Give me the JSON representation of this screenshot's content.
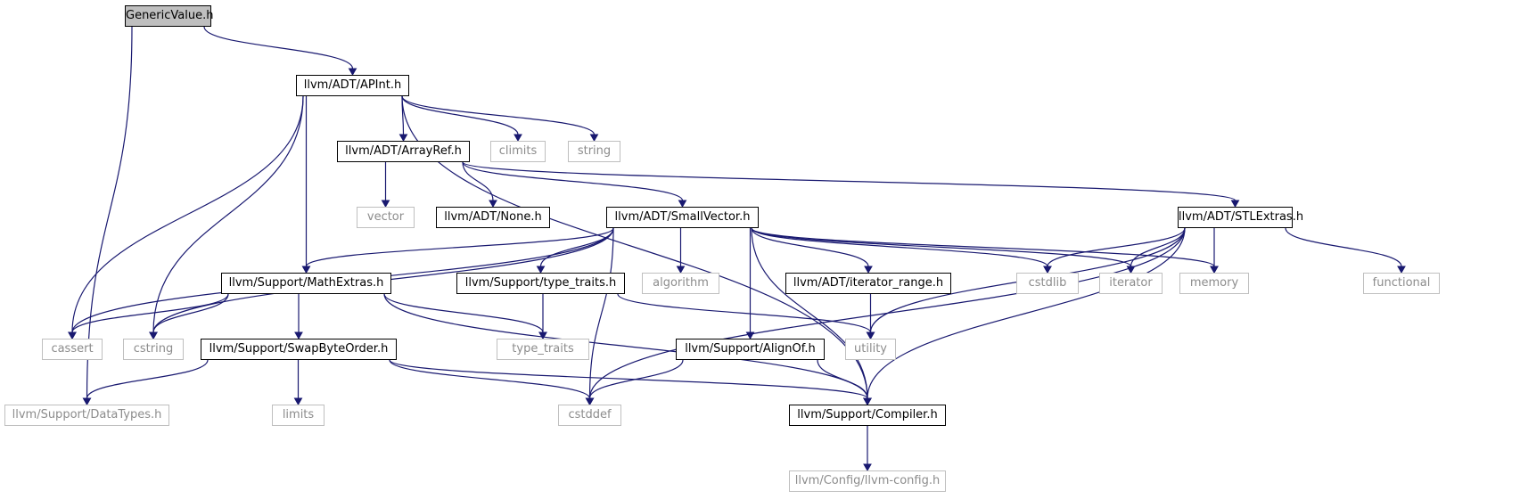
{
  "graph": {
    "nodes": [
      {
        "id": "generic",
        "label": "GenericValue.h",
        "kind": "root"
      },
      {
        "id": "apint",
        "label": "llvm/ADT/APInt.h",
        "kind": "internal"
      },
      {
        "id": "arrayref",
        "label": "llvm/ADT/ArrayRef.h",
        "kind": "internal"
      },
      {
        "id": "climits",
        "label": "climits",
        "kind": "external"
      },
      {
        "id": "string",
        "label": "string",
        "kind": "external"
      },
      {
        "id": "vector",
        "label": "vector",
        "kind": "external"
      },
      {
        "id": "none",
        "label": "llvm/ADT/None.h",
        "kind": "internal"
      },
      {
        "id": "smallvector",
        "label": "llvm/ADT/SmallVector.h",
        "kind": "internal"
      },
      {
        "id": "stlextras",
        "label": "llvm/ADT/STLExtras.h",
        "kind": "internal"
      },
      {
        "id": "mathextras",
        "label": "llvm/Support/MathExtras.h",
        "kind": "internal"
      },
      {
        "id": "typetraitsh",
        "label": "llvm/Support/type_traits.h",
        "kind": "internal"
      },
      {
        "id": "algorithm",
        "label": "algorithm",
        "kind": "external"
      },
      {
        "id": "iterrange",
        "label": "llvm/ADT/iterator_range.h",
        "kind": "internal"
      },
      {
        "id": "cstdlib",
        "label": "cstdlib",
        "kind": "external"
      },
      {
        "id": "iterator",
        "label": "iterator",
        "kind": "external"
      },
      {
        "id": "memory",
        "label": "memory",
        "kind": "external"
      },
      {
        "id": "functional",
        "label": "functional",
        "kind": "external"
      },
      {
        "id": "cassert",
        "label": "cassert",
        "kind": "external"
      },
      {
        "id": "cstring",
        "label": "cstring",
        "kind": "external"
      },
      {
        "id": "swapbyte",
        "label": "llvm/Support/SwapByteOrder.h",
        "kind": "internal"
      },
      {
        "id": "type_traits",
        "label": "type_traits",
        "kind": "external"
      },
      {
        "id": "alignof",
        "label": "llvm/Support/AlignOf.h",
        "kind": "internal"
      },
      {
        "id": "utility",
        "label": "utility",
        "kind": "external"
      },
      {
        "id": "datatypes",
        "label": "llvm/Support/DataTypes.h",
        "kind": "external"
      },
      {
        "id": "limits",
        "label": "limits",
        "kind": "external"
      },
      {
        "id": "cstddef",
        "label": "cstddef",
        "kind": "external"
      },
      {
        "id": "compiler",
        "label": "llvm/Support/Compiler.h",
        "kind": "internal"
      },
      {
        "id": "llvmconfig",
        "label": "llvm/Config/llvm-config.h",
        "kind": "external"
      }
    ],
    "edges": [
      {
        "from": "generic",
        "to": "apint"
      },
      {
        "from": "generic",
        "to": "datatypes"
      },
      {
        "from": "apint",
        "to": "arrayref"
      },
      {
        "from": "apint",
        "to": "climits"
      },
      {
        "from": "apint",
        "to": "string"
      },
      {
        "from": "apint",
        "to": "mathextras"
      },
      {
        "from": "apint",
        "to": "cassert"
      },
      {
        "from": "apint",
        "to": "cstring"
      },
      {
        "from": "apint",
        "to": "compiler"
      },
      {
        "from": "arrayref",
        "to": "vector"
      },
      {
        "from": "arrayref",
        "to": "none"
      },
      {
        "from": "arrayref",
        "to": "smallvector"
      },
      {
        "from": "arrayref",
        "to": "stlextras"
      },
      {
        "from": "smallvector",
        "to": "mathextras"
      },
      {
        "from": "smallvector",
        "to": "typetraitsh"
      },
      {
        "from": "smallvector",
        "to": "algorithm"
      },
      {
        "from": "smallvector",
        "to": "iterrange"
      },
      {
        "from": "smallvector",
        "to": "alignof"
      },
      {
        "from": "smallvector",
        "to": "cstdlib"
      },
      {
        "from": "smallvector",
        "to": "iterator"
      },
      {
        "from": "smallvector",
        "to": "memory"
      },
      {
        "from": "smallvector",
        "to": "cassert"
      },
      {
        "from": "smallvector",
        "to": "cstring"
      },
      {
        "from": "smallvector",
        "to": "cstddef"
      },
      {
        "from": "smallvector",
        "to": "compiler"
      },
      {
        "from": "stlextras",
        "to": "cstdlib"
      },
      {
        "from": "stlextras",
        "to": "iterator"
      },
      {
        "from": "stlextras",
        "to": "memory"
      },
      {
        "from": "stlextras",
        "to": "functional"
      },
      {
        "from": "stlextras",
        "to": "utility"
      },
      {
        "from": "stlextras",
        "to": "cstddef"
      },
      {
        "from": "stlextras",
        "to": "compiler"
      },
      {
        "from": "mathextras",
        "to": "cassert"
      },
      {
        "from": "mathextras",
        "to": "cstring"
      },
      {
        "from": "mathextras",
        "to": "swapbyte"
      },
      {
        "from": "mathextras",
        "to": "type_traits"
      },
      {
        "from": "mathextras",
        "to": "compiler"
      },
      {
        "from": "typetraitsh",
        "to": "type_traits"
      },
      {
        "from": "typetraitsh",
        "to": "utility"
      },
      {
        "from": "iterrange",
        "to": "utility"
      },
      {
        "from": "swapbyte",
        "to": "datatypes"
      },
      {
        "from": "swapbyte",
        "to": "limits"
      },
      {
        "from": "swapbyte",
        "to": "cstddef"
      },
      {
        "from": "swapbyte",
        "to": "compiler"
      },
      {
        "from": "alignof",
        "to": "cstddef"
      },
      {
        "from": "alignof",
        "to": "compiler"
      },
      {
        "from": "compiler",
        "to": "llvmconfig"
      }
    ]
  }
}
